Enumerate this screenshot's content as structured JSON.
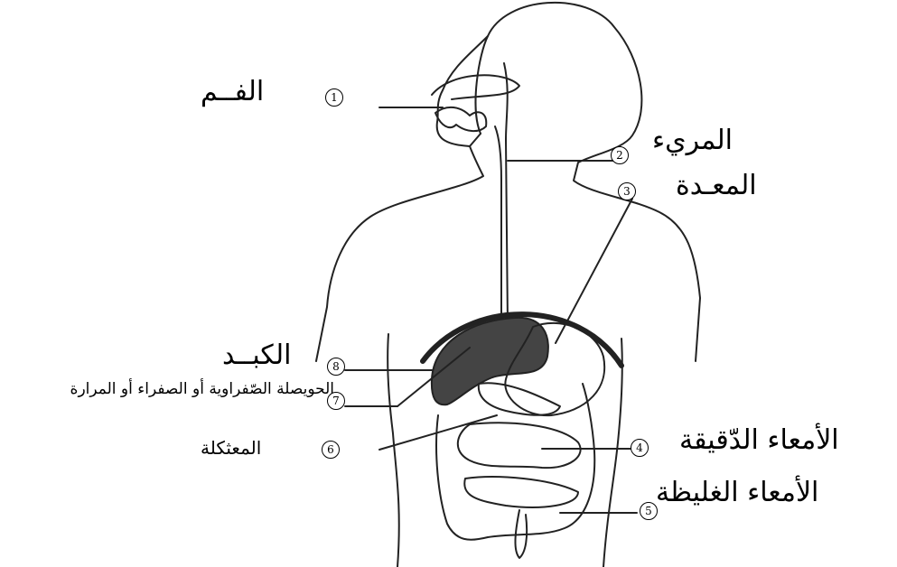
{
  "labels": {
    "mouth": {
      "num": "1",
      "text": "الفــم"
    },
    "esophagus": {
      "num": "2",
      "text": "المريء"
    },
    "stomach": {
      "num": "3",
      "text": "المعـدة"
    },
    "small_intestine": {
      "num": "4",
      "text": "الأمعاء الدّقيقة"
    },
    "large_intestine": {
      "num": "5",
      "text": "الأمعاء الغليظة"
    },
    "pancreas": {
      "num": "6",
      "text": "المعثكلة"
    },
    "gallbladder": {
      "num": "7",
      "text": "الحويصلة الصّفراوية أو الصفراء أو المرارة"
    },
    "liver": {
      "num": "8",
      "text": "الكبــد"
    }
  }
}
